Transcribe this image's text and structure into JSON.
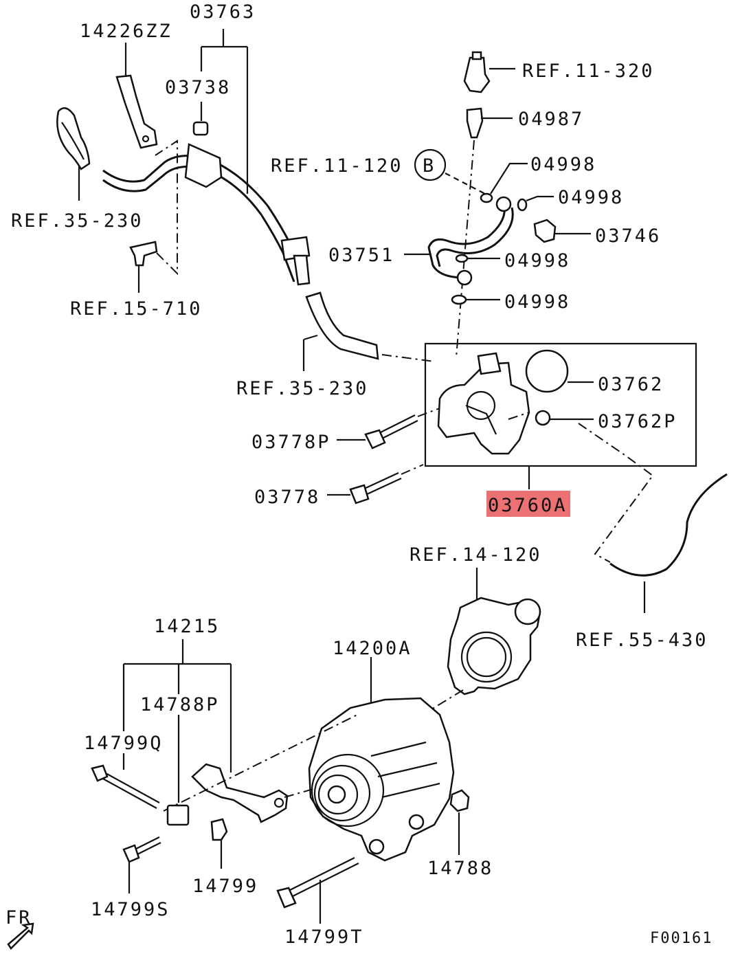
{
  "diagram": {
    "highlight_color": "#e8585a",
    "part_labels": {
      "p14226ZZ": "14226ZZ",
      "p03763": "03763",
      "p03738": "03738",
      "ref35_230_a": "REF.35-230",
      "ref15_710": "REF.15-710",
      "ref11_320": "REF.11-320",
      "p04987": "04987",
      "ref11_120": "REF.11-120",
      "circle_b": "B",
      "p04998_a": "04998",
      "p04998_b": "04998",
      "p03746": "03746",
      "p03751": "03751",
      "p04998_c": "04998",
      "p04998_d": "04998",
      "ref35_230_b": "REF.35-230",
      "p03762": "03762",
      "p03762P": "03762P",
      "p03778P": "03778P",
      "p03778": "03778",
      "p03760A": "03760A",
      "ref14_120": "REF.14-120",
      "ref55_430": "REF.55-430",
      "p14215": "14215",
      "p14200A": "14200A",
      "p14788P": "14788P",
      "p14799Q": "14799Q",
      "p14788": "14788",
      "p14799": "14799",
      "p14799S": "14799S",
      "p14799T": "14799T",
      "fr": "FR",
      "code": "F00161"
    }
  }
}
